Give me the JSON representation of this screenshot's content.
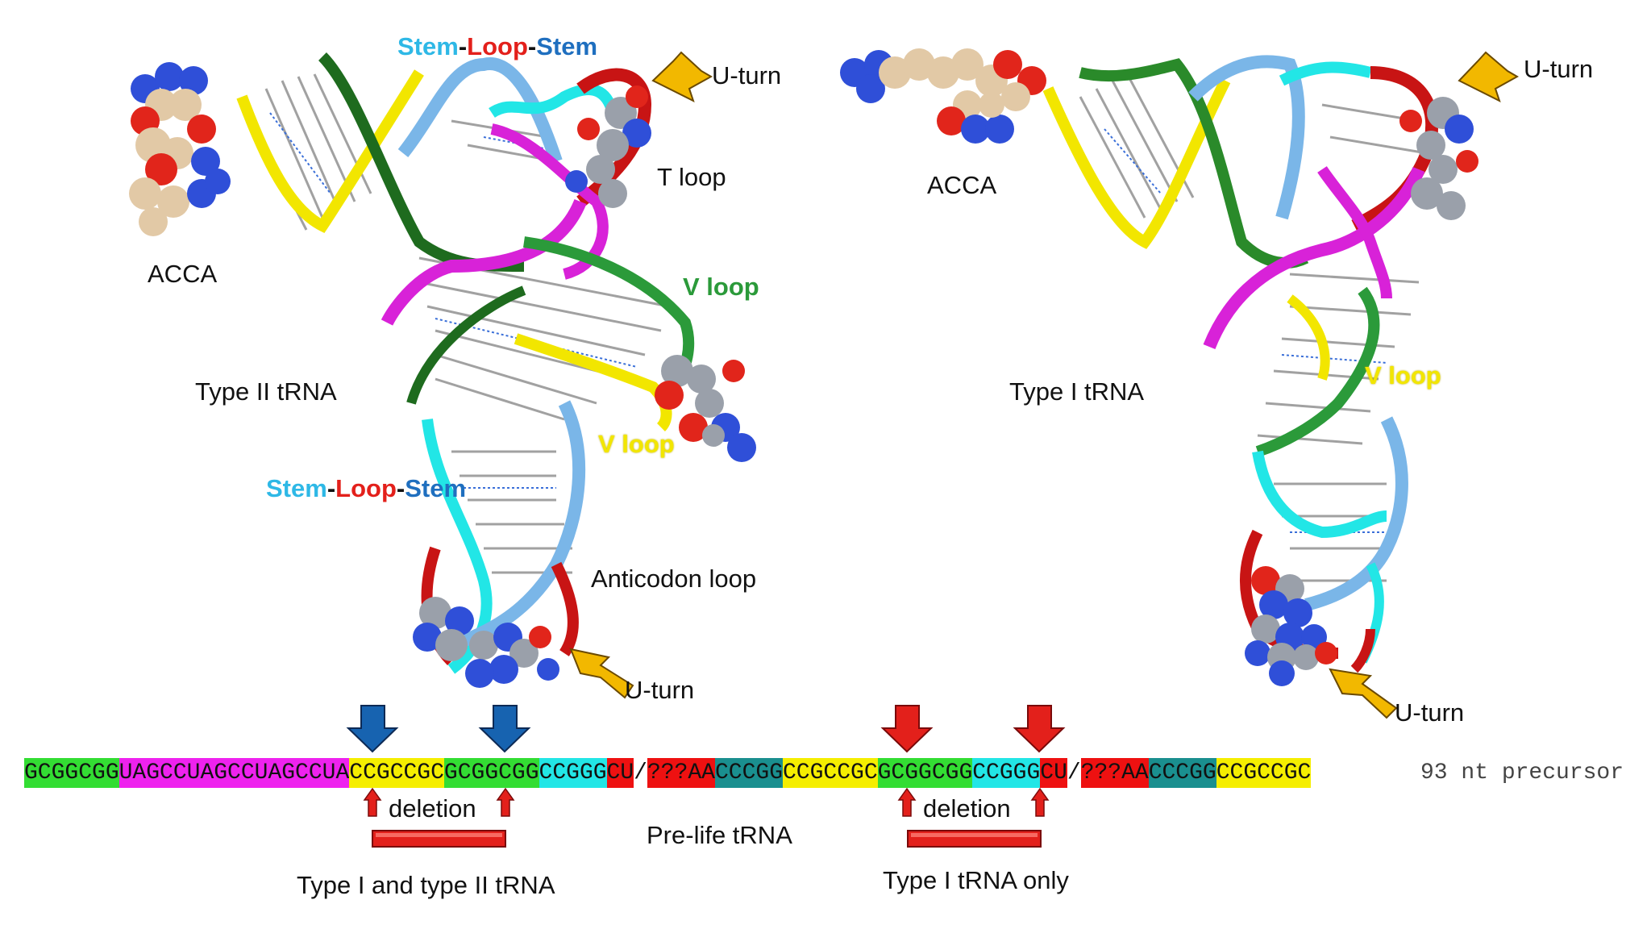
{
  "colors": {
    "stem_blue": "#1f6fbf",
    "stem_light": "#2eb8e6",
    "loop_red": "#e3201b",
    "v_loop_green": "#2b9a3a",
    "v_loop_yellow": "#f2e600",
    "arrow_gold": "#f2b800",
    "arrow_blue": "#1763b0",
    "arrow_red": "#e3201b"
  },
  "labels": {
    "left_acca": "ACCA",
    "left_type": "Type II tRNA",
    "left_t_loop": "T loop",
    "left_uturn_top": "U-turn",
    "left_uturn_bottom": "U-turn",
    "left_v_loop_green": "V loop",
    "left_v_loop_yellow": "V loop",
    "left_anticodon": "Anticodon loop",
    "right_acca": "ACCA",
    "right_type": "Type I tRNA",
    "right_uturn_top": "U-turn",
    "right_uturn_bottom": "U-turn",
    "right_v_loop_yellow": "V loop"
  },
  "stem_loop_stem": {
    "part1": "Stem",
    "dash1": "-",
    "part2": "Loop",
    "dash2": "-",
    "part3": "Stem"
  },
  "sequence": [
    {
      "text": "GCGGCGG",
      "color": "#33dd33"
    },
    {
      "text": "UAGCCUAGCCUAGCCUA",
      "color": "#ee22ee"
    },
    {
      "text": "CCGCCGC",
      "color": "#f5ee00"
    },
    {
      "text": "GCGGCGG",
      "color": "#33dd33"
    },
    {
      "text": "CCGGG",
      "color": "#22e6e6"
    },
    {
      "text": "CU",
      "color": "#ee1111"
    },
    {
      "text": "/",
      "color": "#ffffff"
    },
    {
      "text": "???AA",
      "color": "#ee1111"
    },
    {
      "text": "CCCGG",
      "color": "#1a8f8f"
    },
    {
      "text": "CCGCCGC",
      "color": "#f5ee00"
    },
    {
      "text": "GCGGCGG",
      "color": "#33dd33"
    },
    {
      "text": "CCGGG",
      "color": "#22e6e6"
    },
    {
      "text": "CU",
      "color": "#ee1111"
    },
    {
      "text": "/",
      "color": "#ffffff"
    },
    {
      "text": "???AA",
      "color": "#ee1111"
    },
    {
      "text": "CCCGG",
      "color": "#1a8f8f"
    },
    {
      "text": "CCGCCGC",
      "color": "#f5ee00"
    }
  ],
  "precursor_label": "93 nt precursor",
  "bottom": {
    "deletion_left": "deletion",
    "deletion_right": "deletion",
    "prelife": "Pre-life tRNA",
    "type_both": "Type I and type II tRNA",
    "type_one": "Type I tRNA only"
  }
}
